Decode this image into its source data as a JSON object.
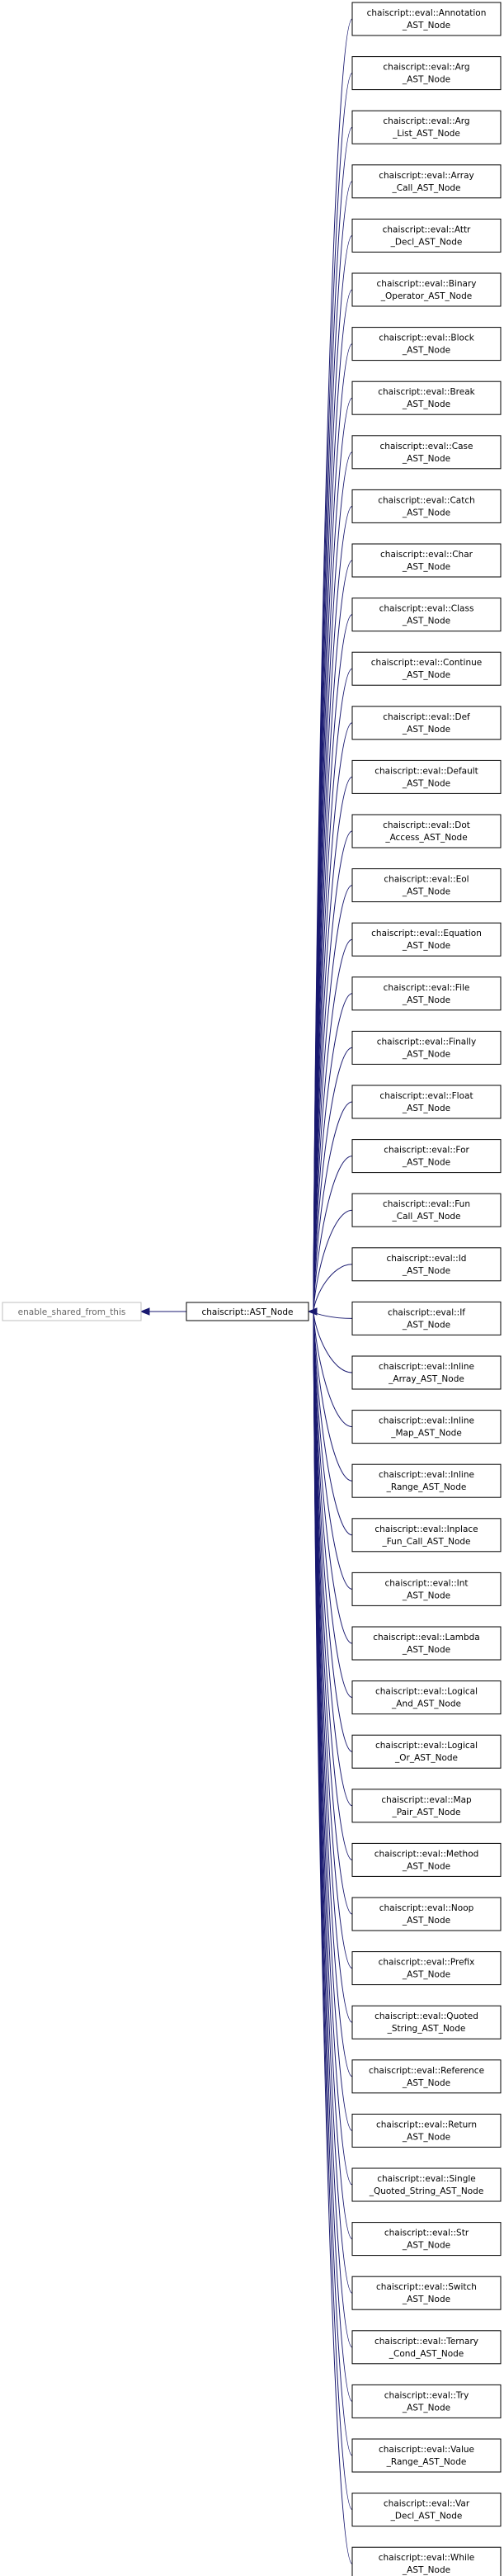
{
  "diagram": {
    "base": {
      "label": "enable_shared_from_this"
    },
    "root": {
      "label": "chaiscript::AST_Node"
    },
    "children": [
      {
        "line1": "chaiscript::eval::Annotation",
        "line2": "_AST_Node"
      },
      {
        "line1": "chaiscript::eval::Arg",
        "line2": "_AST_Node"
      },
      {
        "line1": "chaiscript::eval::Arg",
        "line2": "_List_AST_Node"
      },
      {
        "line1": "chaiscript::eval::Array",
        "line2": "_Call_AST_Node"
      },
      {
        "line1": "chaiscript::eval::Attr",
        "line2": "_Decl_AST_Node"
      },
      {
        "line1": "chaiscript::eval::Binary",
        "line2": "_Operator_AST_Node"
      },
      {
        "line1": "chaiscript::eval::Block",
        "line2": "_AST_Node"
      },
      {
        "line1": "chaiscript::eval::Break",
        "line2": "_AST_Node"
      },
      {
        "line1": "chaiscript::eval::Case",
        "line2": "_AST_Node"
      },
      {
        "line1": "chaiscript::eval::Catch",
        "line2": "_AST_Node"
      },
      {
        "line1": "chaiscript::eval::Char",
        "line2": "_AST_Node"
      },
      {
        "line1": "chaiscript::eval::Class",
        "line2": "_AST_Node"
      },
      {
        "line1": "chaiscript::eval::Continue",
        "line2": "_AST_Node"
      },
      {
        "line1": "chaiscript::eval::Def",
        "line2": "_AST_Node"
      },
      {
        "line1": "chaiscript::eval::Default",
        "line2": "_AST_Node"
      },
      {
        "line1": "chaiscript::eval::Dot",
        "line2": "_Access_AST_Node"
      },
      {
        "line1": "chaiscript::eval::Eol",
        "line2": "_AST_Node"
      },
      {
        "line1": "chaiscript::eval::Equation",
        "line2": "_AST_Node"
      },
      {
        "line1": "chaiscript::eval::File",
        "line2": "_AST_Node"
      },
      {
        "line1": "chaiscript::eval::Finally",
        "line2": "_AST_Node"
      },
      {
        "line1": "chaiscript::eval::Float",
        "line2": "_AST_Node"
      },
      {
        "line1": "chaiscript::eval::For",
        "line2": "_AST_Node"
      },
      {
        "line1": "chaiscript::eval::Fun",
        "line2": "_Call_AST_Node"
      },
      {
        "line1": "chaiscript::eval::Id",
        "line2": "_AST_Node"
      },
      {
        "line1": "chaiscript::eval::If",
        "line2": "_AST_Node"
      },
      {
        "line1": "chaiscript::eval::Inline",
        "line2": "_Array_AST_Node"
      },
      {
        "line1": "chaiscript::eval::Inline",
        "line2": "_Map_AST_Node"
      },
      {
        "line1": "chaiscript::eval::Inline",
        "line2": "_Range_AST_Node"
      },
      {
        "line1": "chaiscript::eval::Inplace",
        "line2": "_Fun_Call_AST_Node"
      },
      {
        "line1": "chaiscript::eval::Int",
        "line2": "_AST_Node"
      },
      {
        "line1": "chaiscript::eval::Lambda",
        "line2": "_AST_Node"
      },
      {
        "line1": "chaiscript::eval::Logical",
        "line2": "_And_AST_Node"
      },
      {
        "line1": "chaiscript::eval::Logical",
        "line2": "_Or_AST_Node"
      },
      {
        "line1": "chaiscript::eval::Map",
        "line2": "_Pair_AST_Node"
      },
      {
        "line1": "chaiscript::eval::Method",
        "line2": "_AST_Node"
      },
      {
        "line1": "chaiscript::eval::Noop",
        "line2": "_AST_Node"
      },
      {
        "line1": "chaiscript::eval::Prefix",
        "line2": "_AST_Node"
      },
      {
        "line1": "chaiscript::eval::Quoted",
        "line2": "_String_AST_Node"
      },
      {
        "line1": "chaiscript::eval::Reference",
        "line2": "_AST_Node"
      },
      {
        "line1": "chaiscript::eval::Return",
        "line2": "_AST_Node"
      },
      {
        "line1": "chaiscript::eval::Single",
        "line2": "_Quoted_String_AST_Node"
      },
      {
        "line1": "chaiscript::eval::Str",
        "line2": "_AST_Node"
      },
      {
        "line1": "chaiscript::eval::Switch",
        "line2": "_AST_Node"
      },
      {
        "line1": "chaiscript::eval::Ternary",
        "line2": "_Cond_AST_Node"
      },
      {
        "line1": "chaiscript::eval::Try",
        "line2": "_AST_Node"
      },
      {
        "line1": "chaiscript::eval::Value",
        "line2": "_Range_AST_Node"
      },
      {
        "line1": "chaiscript::eval::Var",
        "line2": "_Decl_AST_Node"
      },
      {
        "line1": "chaiscript::eval::While",
        "line2": "_AST_Node"
      }
    ],
    "colors": {
      "edge": "#191970",
      "base_border": "#bfbfbf",
      "node_border": "#000000"
    }
  }
}
